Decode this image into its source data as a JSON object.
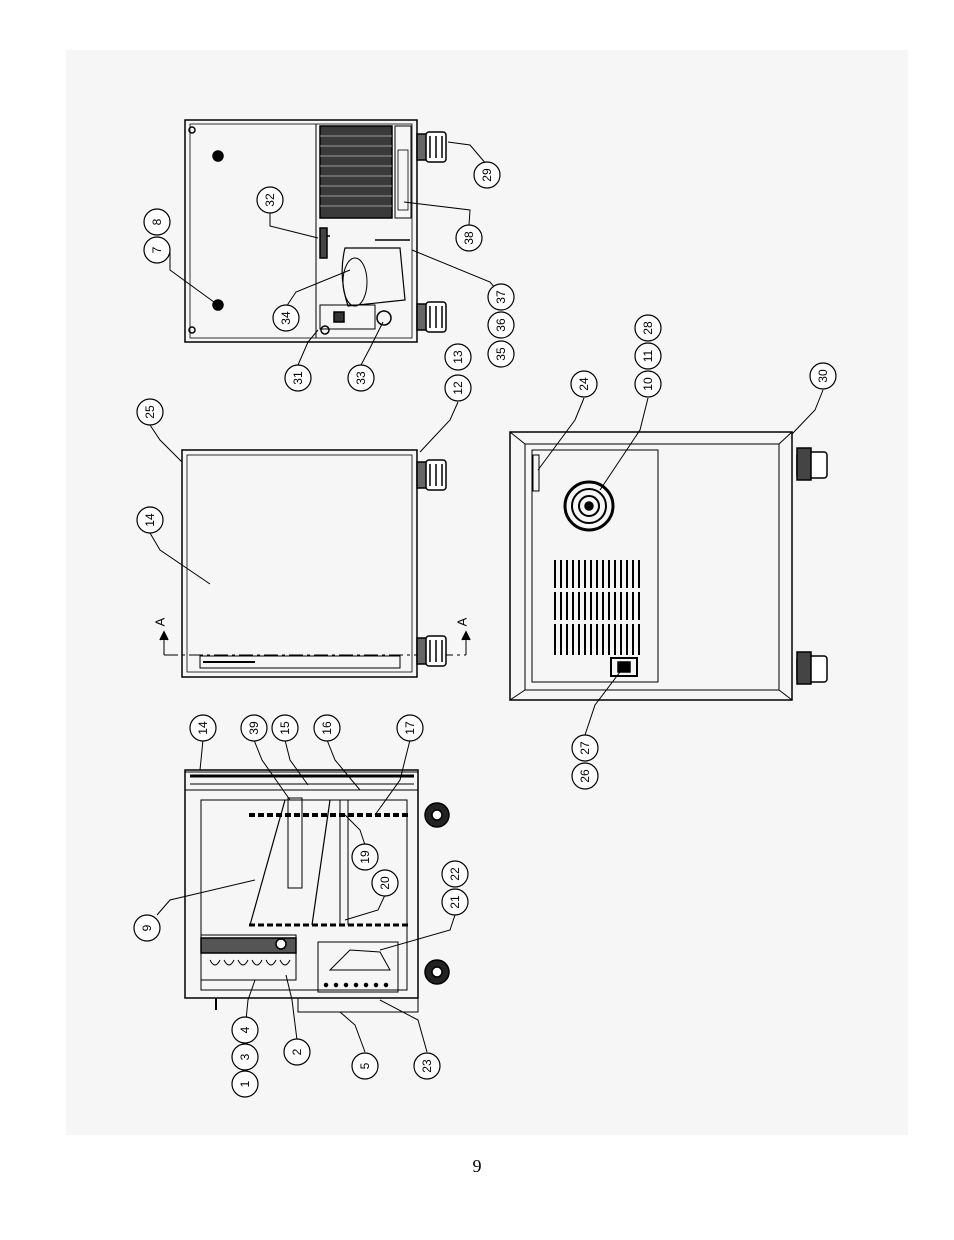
{
  "page_number": "9",
  "views": {
    "top_left": {
      "callouts": [
        "7",
        "8",
        "32",
        "34",
        "31",
        "33",
        "35",
        "36",
        "37",
        "38",
        "29"
      ]
    },
    "middle_left": {
      "callouts": [
        "25",
        "14",
        "12",
        "13"
      ],
      "section_marks": [
        "A",
        "A"
      ]
    },
    "bottom_left": {
      "callouts": [
        "14",
        "39",
        "15",
        "16",
        "17",
        "19",
        "20",
        "9",
        "22",
        "21",
        "4",
        "3",
        "1",
        "2",
        "5",
        "23"
      ]
    },
    "right": {
      "callouts": [
        "24",
        "10",
        "11",
        "28",
        "30",
        "27",
        "26"
      ]
    }
  }
}
